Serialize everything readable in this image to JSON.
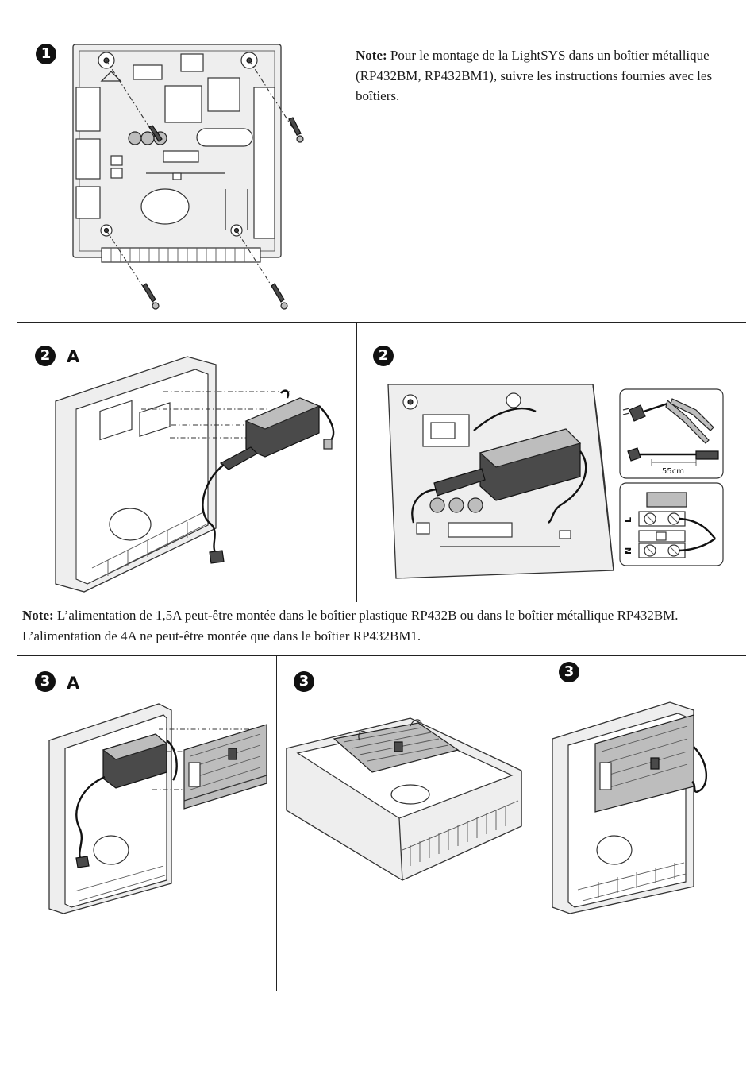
{
  "steps": {
    "step1": {
      "badge": "1"
    },
    "step2a": {
      "badge": "2",
      "variant": "A"
    },
    "step2b": {
      "badge": "2"
    },
    "step3a": {
      "badge": "3",
      "variant": "A"
    },
    "step3b": {
      "badge": "3"
    },
    "step3c": {
      "badge": "3"
    }
  },
  "note1": {
    "label": "Note:",
    "text": "Pour le montage de la LightSYS dans un boîtier métallique (RP432BM, RP432BM1), suivre les instructions fournies avec les boîtiers."
  },
  "note2": {
    "label": "Note:",
    "text": "L’alimentation de 1,5A peut-être montée dans le boîtier plastique RP432B ou dans le boîtier métallique RP432BM. L’alimentation de 4A ne peut-être montée que dans le boîtier RP432BM1."
  },
  "wiring_detail": {
    "length_label": "55cm",
    "terminal_live": "L",
    "terminal_neutral": "N"
  }
}
